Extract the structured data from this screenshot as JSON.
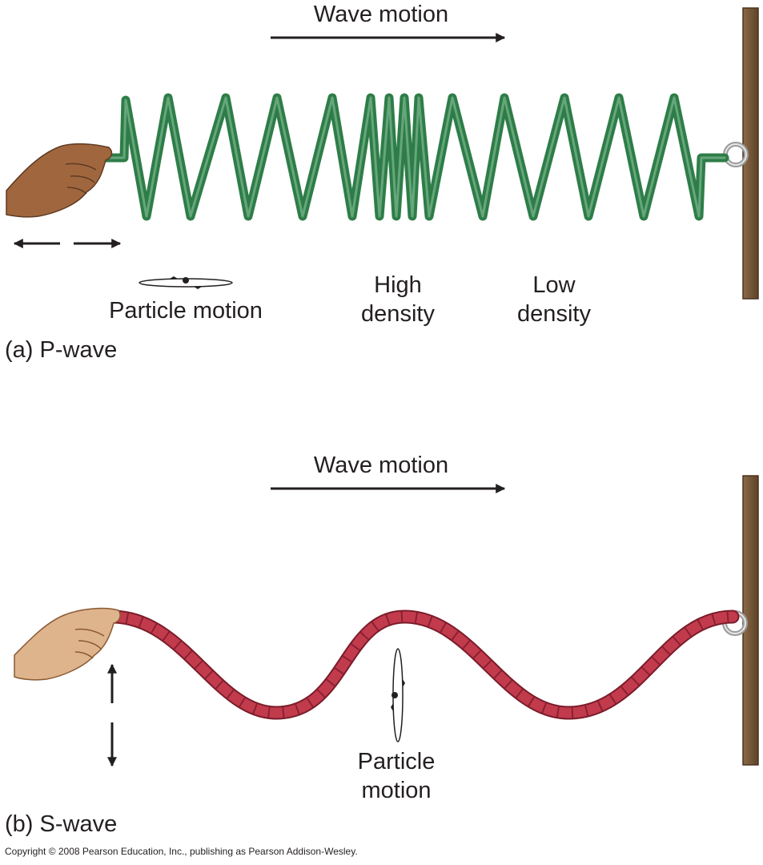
{
  "panel_a": {
    "wave_motion_label": "Wave motion",
    "particle_motion_label": "Particle motion",
    "high_density_line1": "High",
    "high_density_line2": "density",
    "low_density_line1": "Low",
    "low_density_line2": "density",
    "caption": "(a) P-wave"
  },
  "panel_b": {
    "wave_motion_label": "Wave motion",
    "particle_motion_line1": "Particle",
    "particle_motion_line2": "motion",
    "caption": "(b) S-wave"
  },
  "copyright": "Copyright © 2008 Pearson Education, Inc., publishing as Pearson Addison-Wesley.",
  "colors": {
    "spring": "#2e7d48",
    "spring_highlight": "#7fb892",
    "rope": "#c23b4c",
    "rope_stripe": "#7a1c2a",
    "wall": "#7a5c3c",
    "skin": "#a0673f",
    "skin_light": "#deb48c",
    "arrow": "#231f20"
  }
}
